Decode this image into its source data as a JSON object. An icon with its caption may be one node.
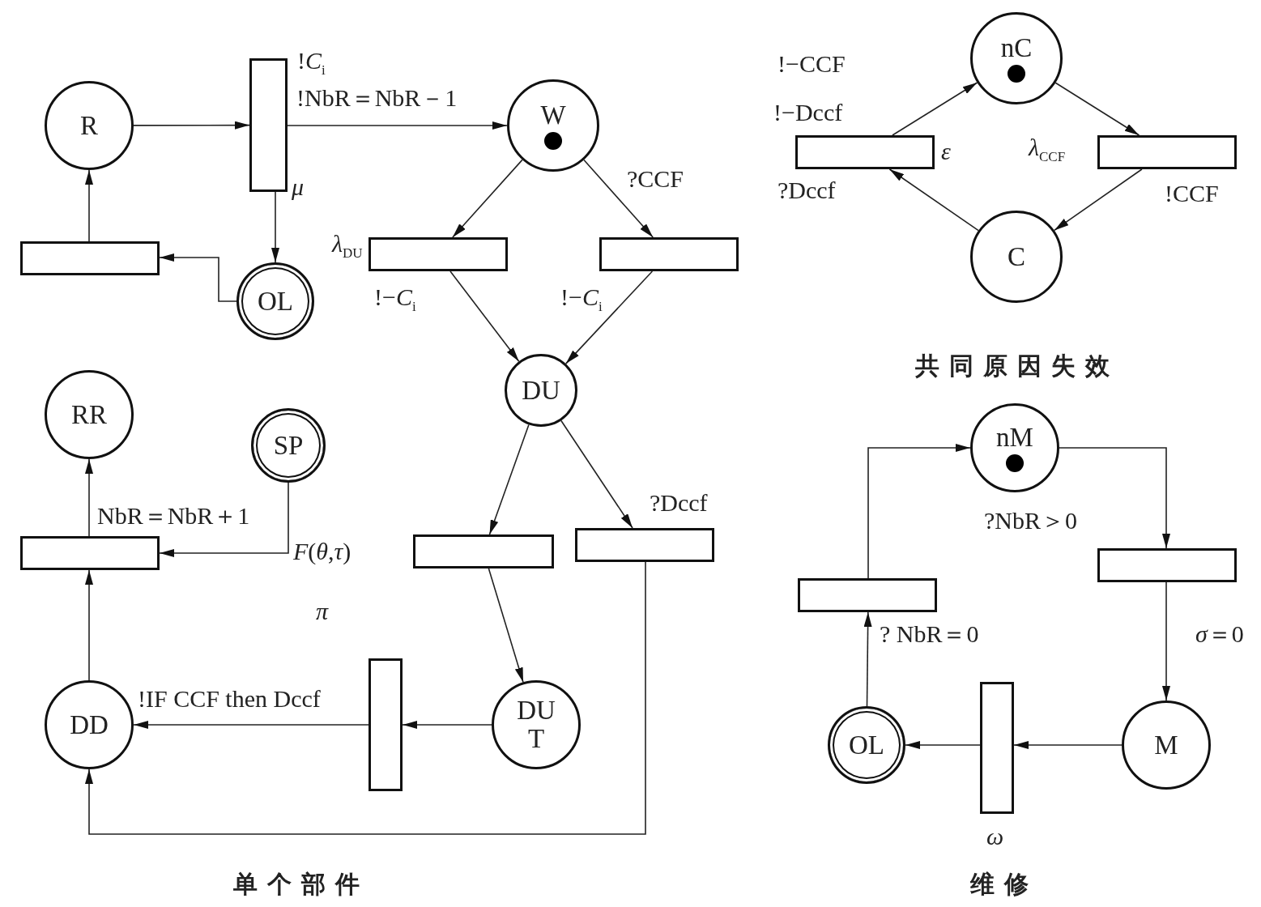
{
  "diagram": {
    "nodes": [
      {
        "text": [
          "R"
        ]
      },
      {
        "text": [],
        "shape": "bar",
        "beside": [
          "!*C*$_{i}$",
          "*μ*"
        ]
      },
      {
        "text": [
          "W"
        ]
      },
      {
        "text": [],
        "shape": "bar",
        "beside": [
          "*λ*$_{DU}$"
        ]
      },
      {
        "text": [],
        "shape": "bar"
      },
      {
        "text": [],
        "shape": "bar"
      },
      {
        "text": [
          "OL"
        ]
      },
      {
        "text": [
          "DU"
        ]
      },
      {
        "text": [
          "RR"
        ]
      },
      {
        "text": [
          "SP"
        ]
      },
      {
        "text": [],
        "shape": "bar",
        "beside": [
          "NbR＝NbR＋1"
        ]
      },
      {
        "text": [],
        "shape": "bar"
      },
      {
        "text": [],
        "shape": "bar"
      },
      {
        "text": [
          "DD"
        ]
      },
      {
        "text": [],
        "shape": "bar"
      },
      {
        "text": [
          "DU T"
        ]
      },
      {
        "text": [
          "nC"
        ]
      },
      {
        "text": [],
        "shape": "bar",
        "beside": [
          "!−CCF",
          "!−Dccf",
          "*ε*",
          "?Dccf"
        ]
      },
      {
        "text": [],
        "shape": "bar",
        "beside": [
          "*λ*$_{CCF}$",
          "!CCF"
        ]
      },
      {
        "text": [
          "C"
        ]
      },
      {
        "text": [
          "nM"
        ]
      },
      {
        "text": [],
        "shape": "bar",
        "beside": [
          "?NbR＞0",
          "*σ*＝0"
        ]
      },
      {
        "text": [],
        "shape": "bar",
        "beside": [
          "? NbR＝0"
        ]
      },
      {
        "text": [
          "OL"
        ]
      },
      {
        "text": [],
        "shape": "bar",
        "beside": [
          "*ω*"
        ]
      },
      {
        "text": [
          "M"
        ]
      }
    ],
    "edges": [
      {
        "from": 0,
        "to": 1,
        "arrow": "to"
      },
      {
        "from": 1,
        "to": 2,
        "arrow": "to",
        "label": "!NbR＝NbR－1"
      },
      {
        "from": 1,
        "to": 6,
        "arrow": "to"
      },
      {
        "from": 6,
        "to": 5,
        "arrow": "to"
      },
      {
        "from": 5,
        "to": 0,
        "arrow": "to"
      },
      {
        "from": 2,
        "to": 3,
        "arrow": "to"
      },
      {
        "from": 2,
        "to": 4,
        "arrow": "to",
        "label": "?CCF"
      },
      {
        "from": 3,
        "to": 7,
        "arrow": "to",
        "label": "!−*C*$_{i}$"
      },
      {
        "from": 4,
        "to": 7,
        "arrow": "to",
        "label": "!−*C*$_{i}$"
      },
      {
        "from": 7,
        "to": 11,
        "arrow": "to"
      },
      {
        "from": 7,
        "to": 12,
        "arrow": "to",
        "label": "?Dccf"
      },
      {
        "from": 11,
        "to": 15,
        "arrow": "to"
      },
      {
        "from": 15,
        "to": 14,
        "arrow": "to"
      },
      {
        "from": 14,
        "to": 13,
        "arrow": "to",
        "label": "!IF CCF then Dccf"
      },
      {
        "from": 12,
        "to": 13,
        "arrow": "to"
      },
      {
        "from": 13,
        "to": 10,
        "arrow": "to"
      },
      {
        "from": 10,
        "to": 8,
        "arrow": "to"
      },
      {
        "from": 9,
        "to": 10,
        "arrow": "to",
        "label": "*F*(*θ*,*τ*)"
      },
      {
        "from": 17,
        "to": 16,
        "arrow": "to"
      },
      {
        "from": 16,
        "to": 18,
        "arrow": "to"
      },
      {
        "from": 18,
        "to": 19,
        "arrow": "to"
      },
      {
        "from": 19,
        "to": 17,
        "arrow": "to"
      },
      {
        "from": 22,
        "to": 20,
        "arrow": "to"
      },
      {
        "from": 20,
        "to": 21,
        "arrow": "to"
      },
      {
        "from": 21,
        "to": 25,
        "arrow": "to"
      },
      {
        "from": 25,
        "to": 24,
        "arrow": "to"
      },
      {
        "from": 24,
        "to": 23,
        "arrow": "to"
      },
      {
        "from": 23,
        "to": 22,
        "arrow": "to"
      }
    ],
    "labels": [
      "*π*",
      "共同原因失效",
      "单个部件",
      "维修"
    ]
  }
}
